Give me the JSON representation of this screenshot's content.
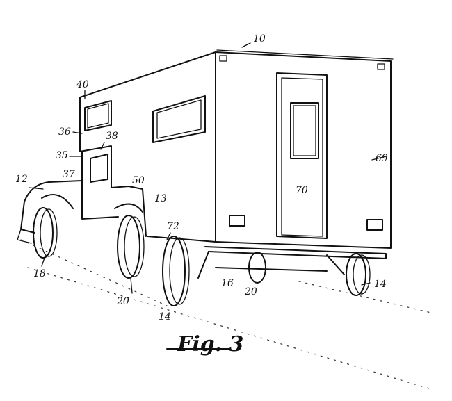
{
  "figure": {
    "caption": "Fig. 3",
    "labels": {
      "n10": "10",
      "n40": "40",
      "n36": "36",
      "n38": "38",
      "n35": "35",
      "n12": "12",
      "n37": "37",
      "n50": "50",
      "n13": "13",
      "n69": "69",
      "n70": "70",
      "n72": "72",
      "n18": "18",
      "n20a": "20",
      "n16": "16",
      "n20b": "20",
      "n14a": "14",
      "n14b": "14"
    }
  }
}
